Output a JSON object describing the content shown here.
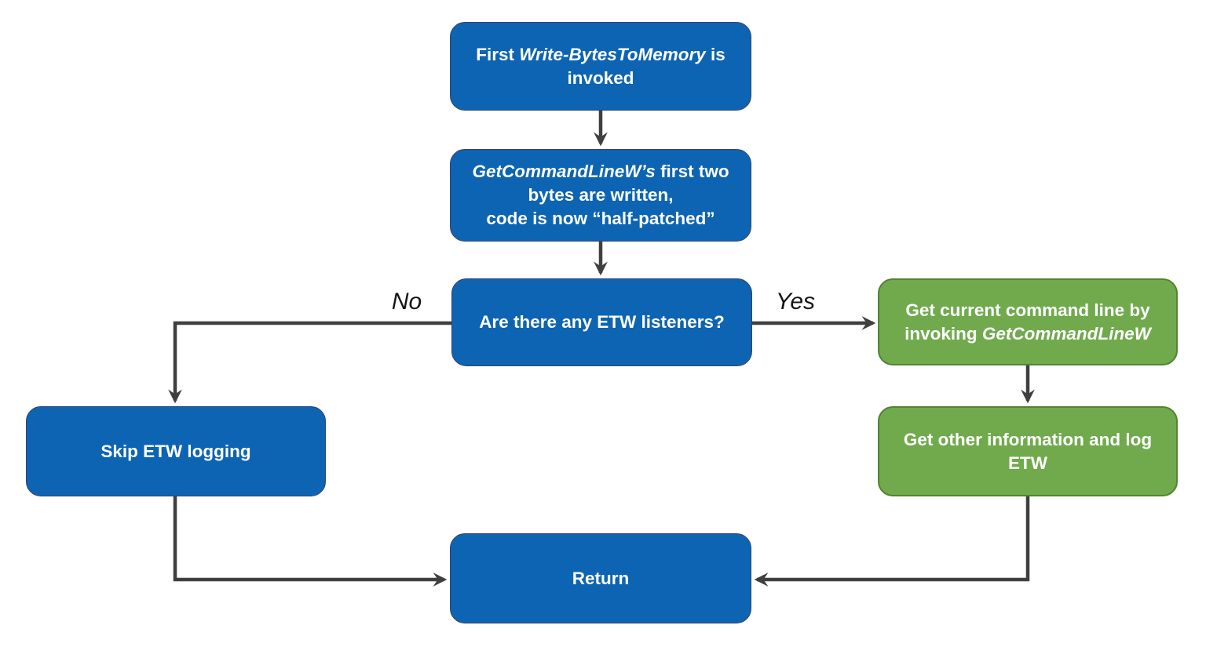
{
  "colors": {
    "node_blue": "#0d64b2",
    "node_blue_border": "#36406f",
    "node_green": "#70aa4d",
    "node_green_border": "#548233",
    "connector": "#3f3f3f",
    "node_text": "#ffffff",
    "label_text": "#151515",
    "background": "#ffffff"
  },
  "nodes": {
    "invoke_write_bytes": {
      "line1_text": "First ",
      "line1_em": "Write-BytesToMemory",
      "line1_tail": " is",
      "line2": "invoked"
    },
    "half_patched": {
      "line1_em": "GetCommandLineW’s",
      "line1_tail": " first two",
      "line2": "bytes are written,",
      "line3": "code is now “half-patched”"
    },
    "decision": {
      "text": "Are there any ETW listeners?"
    },
    "skip_etw": {
      "text": "Skip ETW logging"
    },
    "get_command_line": {
      "line1": "Get current command line by",
      "line2_text": "invoking ",
      "line2_em": "GetCommandLineW"
    },
    "log_etw": {
      "line1": "Get other information and log",
      "line2": "ETW"
    },
    "return_node": {
      "text": "Return"
    }
  },
  "edges": {
    "no_label": "No",
    "yes_label": "Yes"
  }
}
